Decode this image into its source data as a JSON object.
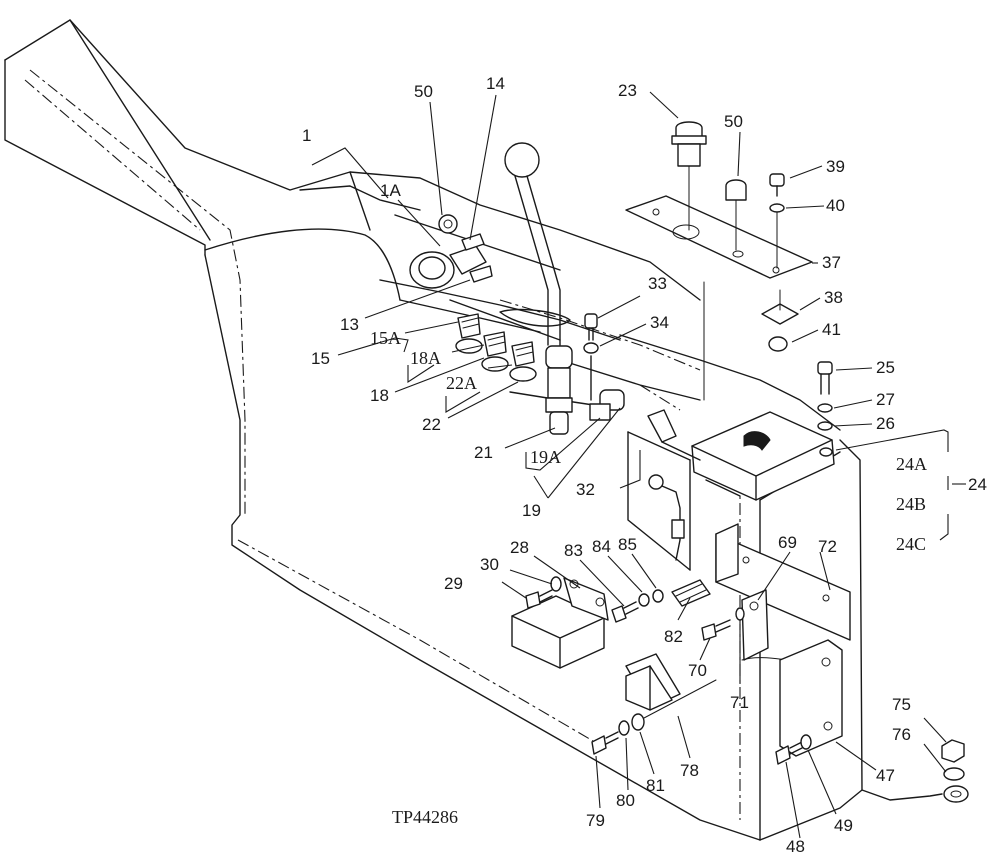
{
  "figure_id": "TP44286",
  "callouts": {
    "c1": "1",
    "c1a": "1A",
    "c50a": "50",
    "c14": "14",
    "c13": "13",
    "c15a": "15A",
    "c15": "15",
    "c18a": "18A",
    "c18": "18",
    "c22a": "22A",
    "c22": "22",
    "c21": "21",
    "c19a": "19A",
    "c19": "19",
    "c32": "32",
    "c33": "33",
    "c34": "34",
    "c23": "23",
    "c50b": "50",
    "c39": "39",
    "c40": "40",
    "c37": "37",
    "c38": "38",
    "c41": "41",
    "c25": "25",
    "c27": "27",
    "c26": "26",
    "c24a": "24A",
    "c24b": "24B",
    "c24c": "24C",
    "c24": "24",
    "c28": "28",
    "c30": "30",
    "c29": "29",
    "c83": "83",
    "c84": "84",
    "c85": "85",
    "c82": "82",
    "c69": "69",
    "c72": "72",
    "c70": "70",
    "c71": "71",
    "c75": "75",
    "c76": "76",
    "c47": "47",
    "c78": "78",
    "c79": "79",
    "c80": "80",
    "c81": "81",
    "c48": "48",
    "c49": "49"
  }
}
